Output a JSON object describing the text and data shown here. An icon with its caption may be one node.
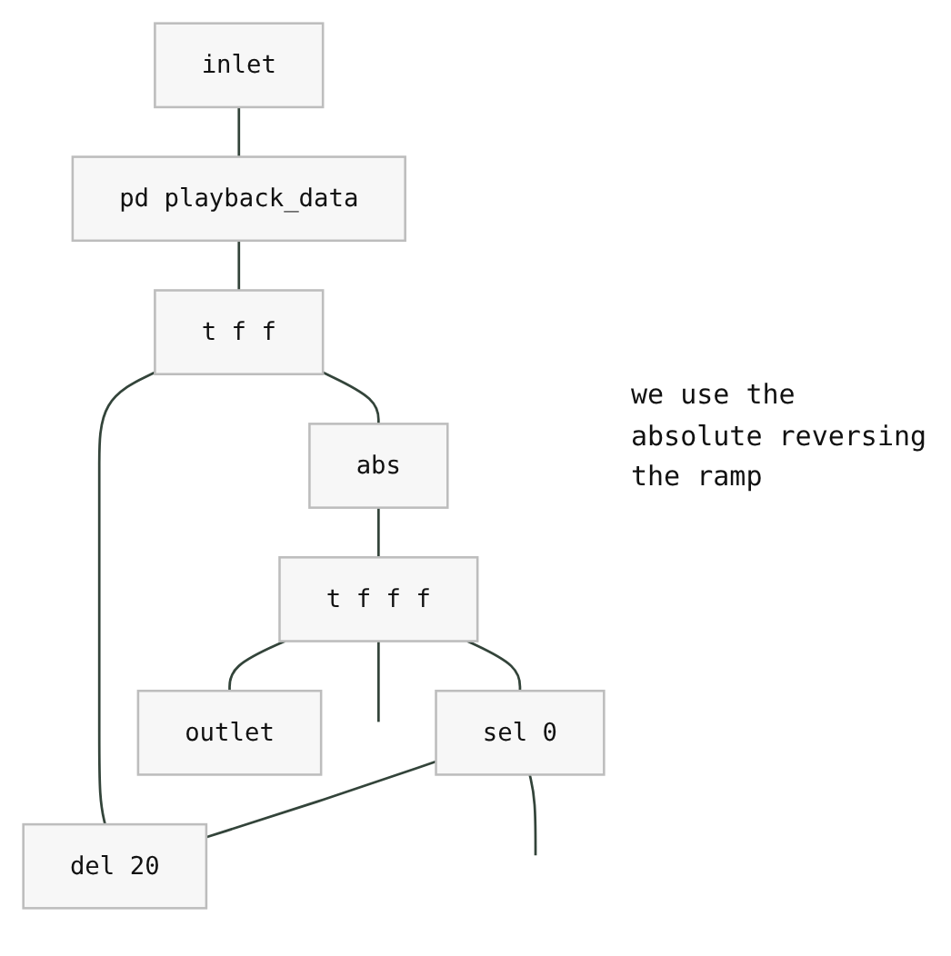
{
  "diagram": {
    "nodes": [
      {
        "text": [
          "inlet"
        ]
      },
      {
        "text": [
          "pd playback_data"
        ]
      },
      {
        "text": [
          "t f f"
        ]
      },
      {
        "text": [
          "abs"
        ]
      },
      {
        "text": [
          "t f f f"
        ]
      },
      {
        "text": [
          "sel 0"
        ]
      },
      {
        "text": [
          "outlet"
        ]
      },
      {
        "text": [
          "del 20"
        ]
      }
    ],
    "edges": [
      {
        "from": 0,
        "to": 1,
        "arrow": "none"
      },
      {
        "from": 1,
        "to": 2,
        "arrow": "none"
      },
      {
        "from": 2,
        "to": 3,
        "arrow": "none"
      },
      {
        "from": 2,
        "to": 7,
        "arrow": "none"
      },
      {
        "from": 3,
        "to": 4,
        "arrow": "none"
      },
      {
        "from": 4,
        "to": 5,
        "arrow": "none"
      },
      {
        "from": 4,
        "to": 6,
        "arrow": "none"
      },
      {
        "from": 4,
        "to": null,
        "arrow": "none"
      },
      {
        "from": 5,
        "to": 7,
        "arrow": "none"
      },
      {
        "from": 5,
        "to": null,
        "arrow": "none"
      }
    ],
    "labels": [
      "we use the absolute reversing the ramp"
    ]
  }
}
